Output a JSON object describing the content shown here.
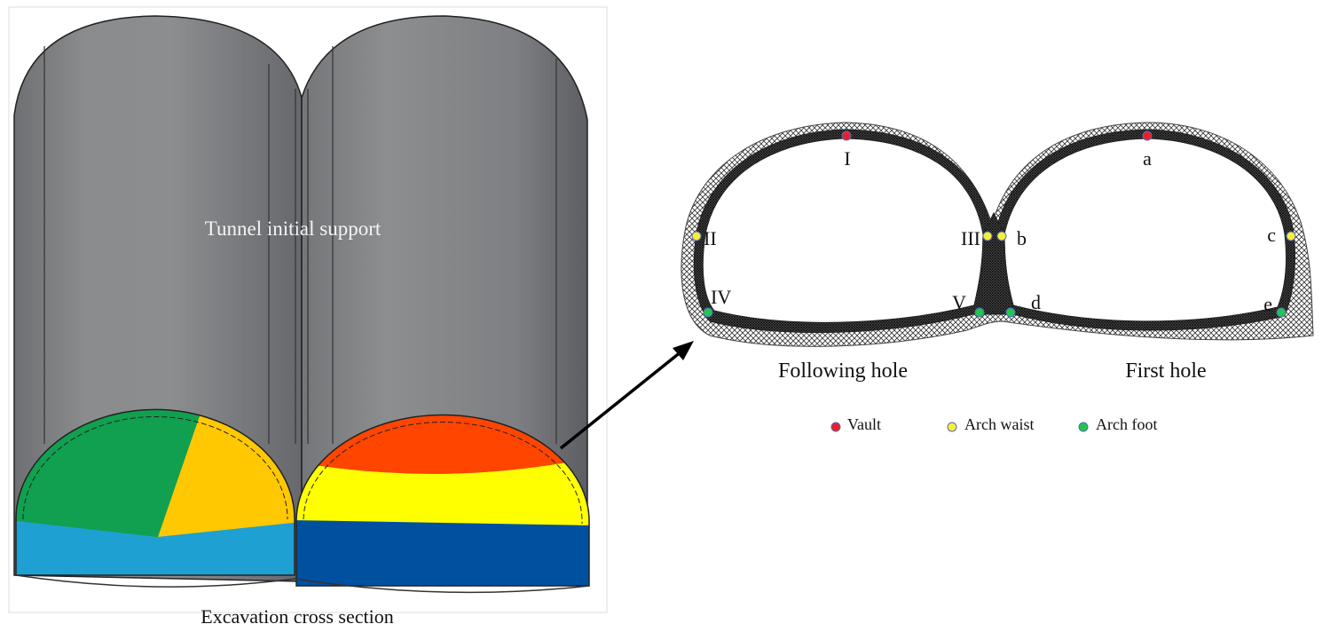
{
  "left_panel": {
    "center_label": "Tunnel initial support",
    "bottom_label": "Excavation cross section",
    "colors": {
      "support": "#8a8c8e",
      "support_dark": "#6a6c6f",
      "following_upper_left": "#10a050",
      "following_upper_right": "#ffc800",
      "following_lower": "#1ea0d2",
      "first_upper": "#ff4500",
      "first_middle": "#ffff00",
      "first_lower": "#0050a0"
    }
  },
  "right_panel": {
    "hole_labels": {
      "following": "Following hole",
      "first": "First hole"
    },
    "points": {
      "I": "I",
      "II": "II",
      "III": "III",
      "IV": "IV",
      "V": "V",
      "a": "a",
      "b": "b",
      "c": "c",
      "d": "d",
      "e": "e"
    },
    "legend": [
      {
        "label": "Vault",
        "color": "#e8202a"
      },
      {
        "label": "Arch waist",
        "color": "#f5ef3a"
      },
      {
        "label": "Arch foot",
        "color": "#1ec850"
      }
    ]
  }
}
